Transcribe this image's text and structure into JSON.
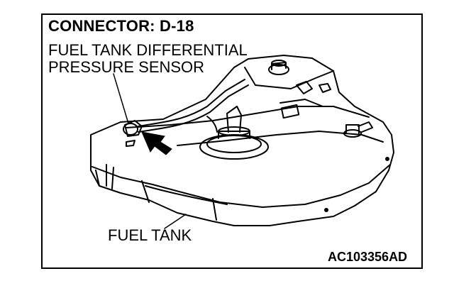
{
  "diagram": {
    "title": "CONNECTOR: D-18",
    "sensor_label": [
      "FUEL TANK DIFFERENTIAL",
      "PRESSURE SENSOR"
    ],
    "tank_label": "FUEL TANK",
    "figure_code": "AC103356AD"
  }
}
